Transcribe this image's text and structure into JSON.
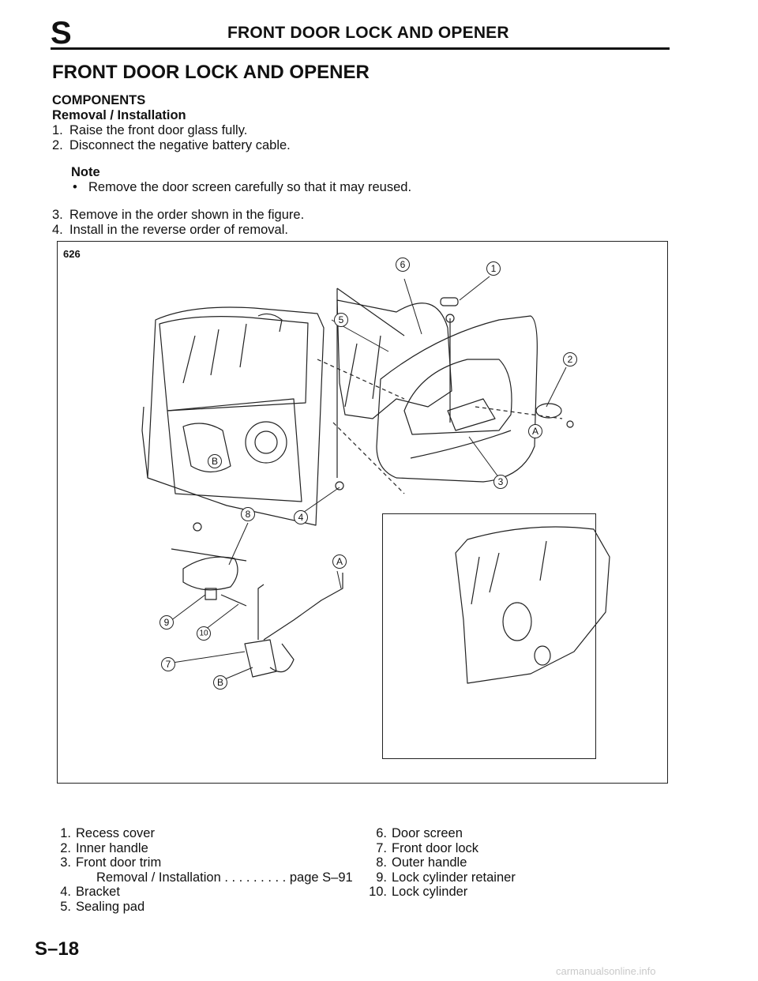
{
  "header": {
    "letter": "S",
    "title": "FRONT DOOR LOCK AND OPENER"
  },
  "section_title": "FRONT DOOR LOCK AND OPENER",
  "subheading": "COMPONENTS",
  "subsubheading": "Removal / Installation",
  "steps_a": [
    {
      "n": "1.",
      "text": "Raise the front door glass fully."
    },
    {
      "n": "2.",
      "text": "Disconnect the negative battery cable."
    }
  ],
  "note": {
    "label": "Note",
    "bullet": "•",
    "text": "Remove the door screen carefully so that it may reused."
  },
  "steps_b": [
    {
      "n": "3.",
      "text": "Remove in the order shown in the figure."
    },
    {
      "n": "4.",
      "text": "Install in the reverse order of removal."
    }
  ],
  "figure": {
    "model_label": "626",
    "callouts": [
      "1",
      "2",
      "3",
      "4",
      "5",
      "6",
      "7",
      "8",
      "9",
      "10",
      "A",
      "A",
      "B",
      "B"
    ]
  },
  "legend_left": [
    {
      "n": "1.",
      "text": "Recess cover"
    },
    {
      "n": "2.",
      "text": "Inner handle"
    },
    {
      "n": "3.",
      "text": "Front door trim"
    },
    {
      "n": "",
      "text": "Removal / Installation . . . . . . . . . page S–91"
    },
    {
      "n": "4.",
      "text": "Bracket"
    },
    {
      "n": "5.",
      "text": "Sealing pad"
    }
  ],
  "legend_right": [
    {
      "n": "6.",
      "text": "Door screen"
    },
    {
      "n": "7.",
      "text": "Front door lock"
    },
    {
      "n": "8.",
      "text": "Outer handle"
    },
    {
      "n": "9.",
      "text": "Lock cylinder retainer"
    },
    {
      "n": "10.",
      "text": "Lock cylinder"
    }
  ],
  "page_number": "S–18",
  "watermark": "carmanualsonline.info"
}
